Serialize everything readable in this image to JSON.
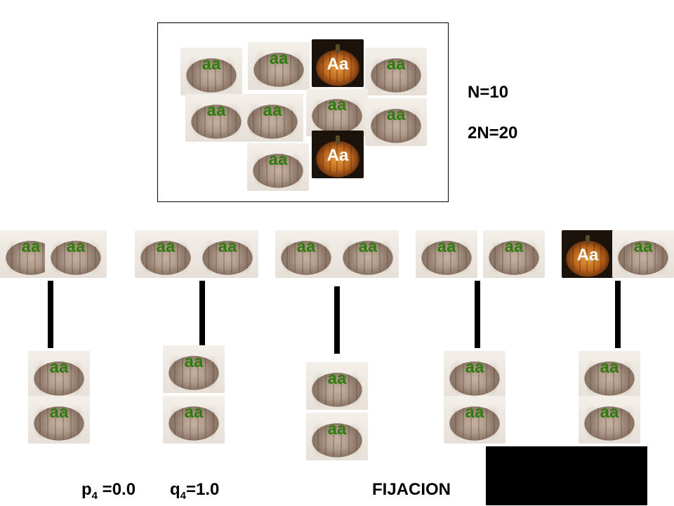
{
  "population": {
    "pumpkins": [
      "aa",
      "aa",
      "Aa",
      "aa",
      "aa",
      "aa",
      "aa",
      "aa",
      "aa",
      "Aa"
    ],
    "n_label": "N=10",
    "two_n_label": "2N=20"
  },
  "parent_pairs": [
    [
      "aa",
      "aa"
    ],
    [
      "aa",
      "aa"
    ],
    [
      "aa",
      "aa"
    ],
    [
      "aa",
      "aa"
    ],
    [
      "Aa",
      "aa"
    ]
  ],
  "offspring": [
    [
      "aa",
      "aa"
    ],
    [
      "aa",
      "aa"
    ],
    [
      "aa",
      "aa"
    ],
    [
      "aa",
      "aa"
    ],
    [
      "aa",
      "aa"
    ]
  ],
  "footer": {
    "p_sym": "p",
    "p_sub": "4",
    "p_val": " =0.0",
    "q_sym": "q",
    "q_sub": "4",
    "q_val": "=1.0",
    "fixation": "FIJACION"
  },
  "colors": {
    "genotype_label": "#2f7d10",
    "heterozygote_label": "#ffffff",
    "lines": "#000000"
  }
}
